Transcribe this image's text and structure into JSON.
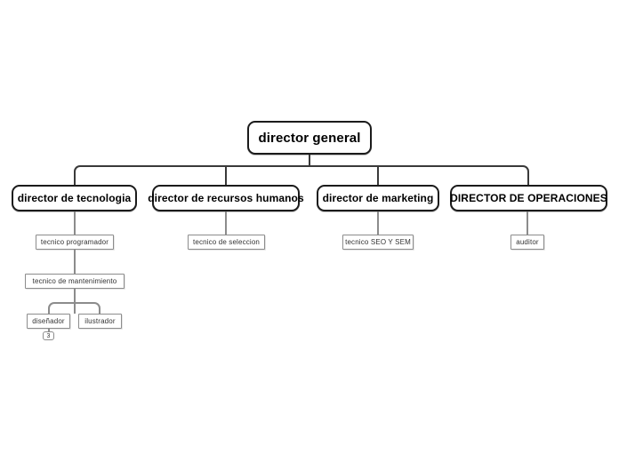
{
  "chart": {
    "type": "org-chart",
    "title": "director general",
    "background": "#ffffff",
    "major_border_color": "#1b1b1b",
    "minor_border_color": "#8c8c8c",
    "connector_color": "#3a3a3a"
  },
  "nodes": {
    "root": {
      "label": "director general"
    },
    "level1": [
      {
        "label": "director de tecnologia"
      },
      {
        "label": "director de recursos humanos"
      },
      {
        "label": "director de marketing"
      },
      {
        "label": "DIRECTOR DE OPERACIONES"
      }
    ],
    "level2": [
      {
        "label": "tecnico programador"
      },
      {
        "label": "tecnico de seleccion"
      },
      {
        "label": "tecnico SEO Y SEM"
      },
      {
        "label": "auditor"
      }
    ],
    "level3": [
      {
        "label": "tecnico de mantenimiento"
      }
    ],
    "level4": [
      {
        "label": "diseñador",
        "badge": "3"
      },
      {
        "label": "ilustrador"
      }
    ]
  }
}
